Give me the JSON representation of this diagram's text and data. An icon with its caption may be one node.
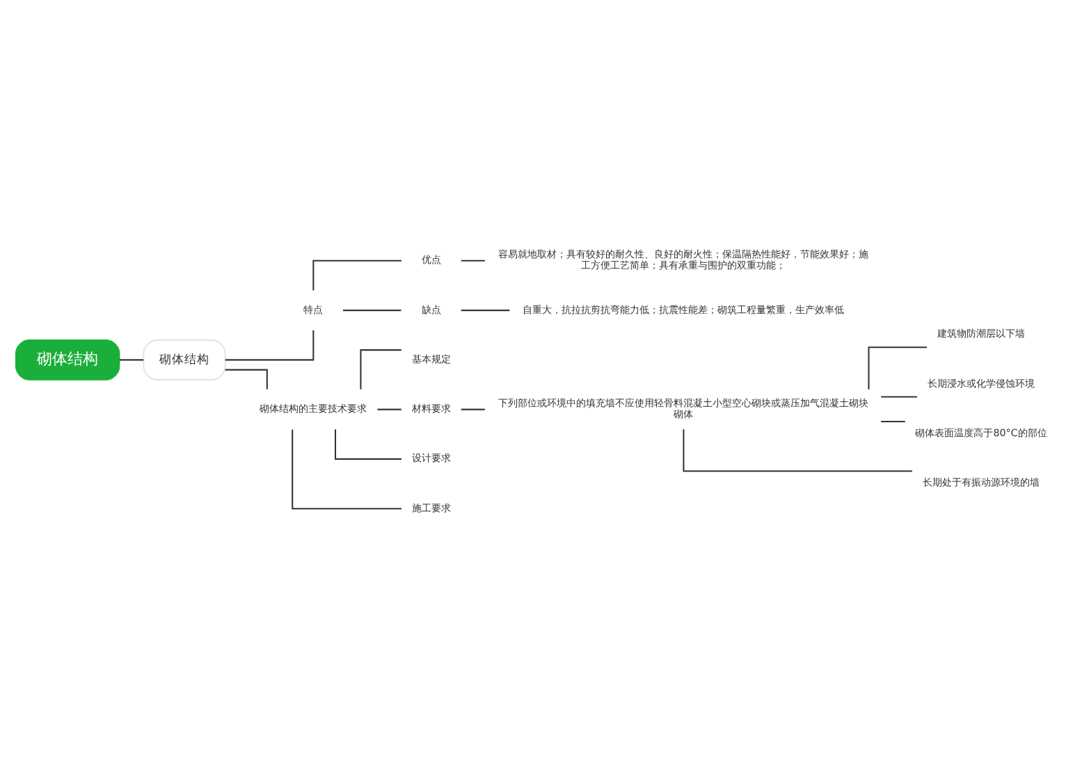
{
  "diagram": {
    "nodes": [
      {
        "text": [
          "砌体结构"
        ]
      },
      {
        "text": [
          "砌体结构"
        ]
      },
      {
        "text": [
          "特点"
        ]
      },
      {
        "text": [
          "优点"
        ]
      },
      {
        "text": [
          "容易就地取材；具有较好的耐久性、良好的耐火性；保温隔热性能好，节能效果好；施工方便工艺简单；具有承重与围护的双重功能；"
        ]
      },
      {
        "text": [
          "缺点"
        ]
      },
      {
        "text": [
          "自重大，抗拉抗剪抗弯能力低；抗震性能差；砌筑工程量繁重，生产效率低"
        ]
      },
      {
        "text": [
          "砌体结构的主要技术要求"
        ]
      },
      {
        "text": [
          "基本规定"
        ]
      },
      {
        "text": [
          "材料要求"
        ]
      },
      {
        "text": [
          "下列部位或环境中的填充墙不应使用轻骨料混凝土小型空心砌块或蒸压加气混凝土砌块砌体"
        ]
      },
      {
        "text": [
          "建筑物防潮层以下墙"
        ]
      },
      {
        "text": [
          "长期浸水或化学侵蚀环境"
        ]
      },
      {
        "text": [
          "砌体表面温度高于80°C的部位"
        ]
      },
      {
        "text": [
          "长期处于有振动源环境的墙"
        ]
      },
      {
        "text": [
          "设计要求"
        ]
      },
      {
        "text": [
          "施工要求"
        ]
      }
    ],
    "edges": [
      {
        "from": 0,
        "to": 1,
        "arrow": "none"
      },
      {
        "from": 1,
        "to": 2,
        "arrow": "none"
      },
      {
        "from": 2,
        "to": 3,
        "arrow": "none"
      },
      {
        "from": 3,
        "to": 4,
        "arrow": "none"
      },
      {
        "from": 2,
        "to": 5,
        "arrow": "none"
      },
      {
        "from": 5,
        "to": 6,
        "arrow": "none"
      },
      {
        "from": 1,
        "to": 7,
        "arrow": "none"
      },
      {
        "from": 7,
        "to": 8,
        "arrow": "none"
      },
      {
        "from": 7,
        "to": 9,
        "arrow": "none"
      },
      {
        "from": 9,
        "to": 10,
        "arrow": "none"
      },
      {
        "from": 10,
        "to": 11,
        "arrow": "none"
      },
      {
        "from": 10,
        "to": 12,
        "arrow": "none"
      },
      {
        "from": 10,
        "to": 13,
        "arrow": "none"
      },
      {
        "from": 10,
        "to": 14,
        "arrow": "none"
      },
      {
        "from": 7,
        "to": 15,
        "arrow": "none"
      },
      {
        "from": 7,
        "to": 16,
        "arrow": "none"
      }
    ]
  }
}
